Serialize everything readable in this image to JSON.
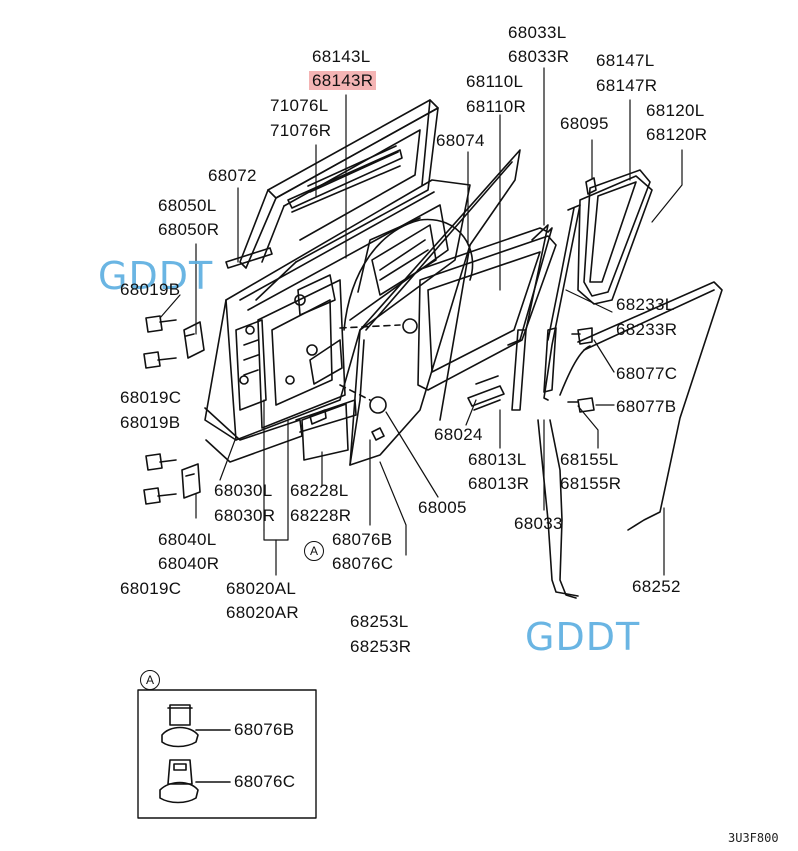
{
  "diagram": {
    "labels": [
      {
        "id": "p68143l",
        "text": "68143L"
      },
      {
        "id": "p68143r",
        "text": "68143R",
        "highlight": true
      },
      {
        "id": "p71076l",
        "text": "71076L"
      },
      {
        "id": "p71076r",
        "text": "71076R"
      },
      {
        "id": "p68072",
        "text": "68072"
      },
      {
        "id": "p68050l",
        "text": "68050L"
      },
      {
        "id": "p68050r",
        "text": "68050R"
      },
      {
        "id": "p68019b_1",
        "text": "68019B"
      },
      {
        "id": "p68019c_1",
        "text": "68019C"
      },
      {
        "id": "p68019b_2",
        "text": "68019B"
      },
      {
        "id": "p68030l",
        "text": "68030L"
      },
      {
        "id": "p68030r",
        "text": "68030R"
      },
      {
        "id": "p68040l",
        "text": "68040L"
      },
      {
        "id": "p68040r",
        "text": "68040R"
      },
      {
        "id": "p68019c_2",
        "text": "68019C"
      },
      {
        "id": "p68020al",
        "text": "68020AL"
      },
      {
        "id": "p68020ar",
        "text": "68020AR"
      },
      {
        "id": "p68228l",
        "text": "68228L"
      },
      {
        "id": "p68228r",
        "text": "68228R"
      },
      {
        "id": "p68076b",
        "text": "68076B"
      },
      {
        "id": "p68076c",
        "text": "68076C"
      },
      {
        "id": "p68253l",
        "text": "68253L"
      },
      {
        "id": "p68253r",
        "text": "68253R"
      },
      {
        "id": "p68005",
        "text": "68005"
      },
      {
        "id": "p68074",
        "text": "68074"
      },
      {
        "id": "p68110l",
        "text": "68110L"
      },
      {
        "id": "p68110r",
        "text": "68110R"
      },
      {
        "id": "p68033l",
        "text": "68033L"
      },
      {
        "id": "p68033r",
        "text": "68033R"
      },
      {
        "id": "p68147l",
        "text": "68147L"
      },
      {
        "id": "p68147r",
        "text": "68147R"
      },
      {
        "id": "p68095",
        "text": "68095"
      },
      {
        "id": "p68120l",
        "text": "68120L"
      },
      {
        "id": "p68120r",
        "text": "68120R"
      },
      {
        "id": "p68233l",
        "text": "68233L"
      },
      {
        "id": "p68233r",
        "text": "68233R"
      },
      {
        "id": "p68077c",
        "text": "68077C"
      },
      {
        "id": "p68077b",
        "text": "68077B"
      },
      {
        "id": "p68024",
        "text": "68024"
      },
      {
        "id": "p68013l",
        "text": "68013L"
      },
      {
        "id": "p68013r",
        "text": "68013R"
      },
      {
        "id": "p68155l",
        "text": "68155L"
      },
      {
        "id": "p68155r",
        "text": "68155R"
      },
      {
        "id": "p68033",
        "text": "68033"
      },
      {
        "id": "p68252",
        "text": "68252"
      }
    ],
    "detail": {
      "marker": "A",
      "items": [
        {
          "id": "d68076b",
          "text": "68076B"
        },
        {
          "id": "d68076c",
          "text": "68076C"
        }
      ]
    },
    "callout_marker": "A",
    "watermarks": [
      "GDDT",
      "GDDT"
    ],
    "figure_code": "3U3F800",
    "highlight_color": "#f4b4b4",
    "watermark_color": "#5aaee0"
  }
}
